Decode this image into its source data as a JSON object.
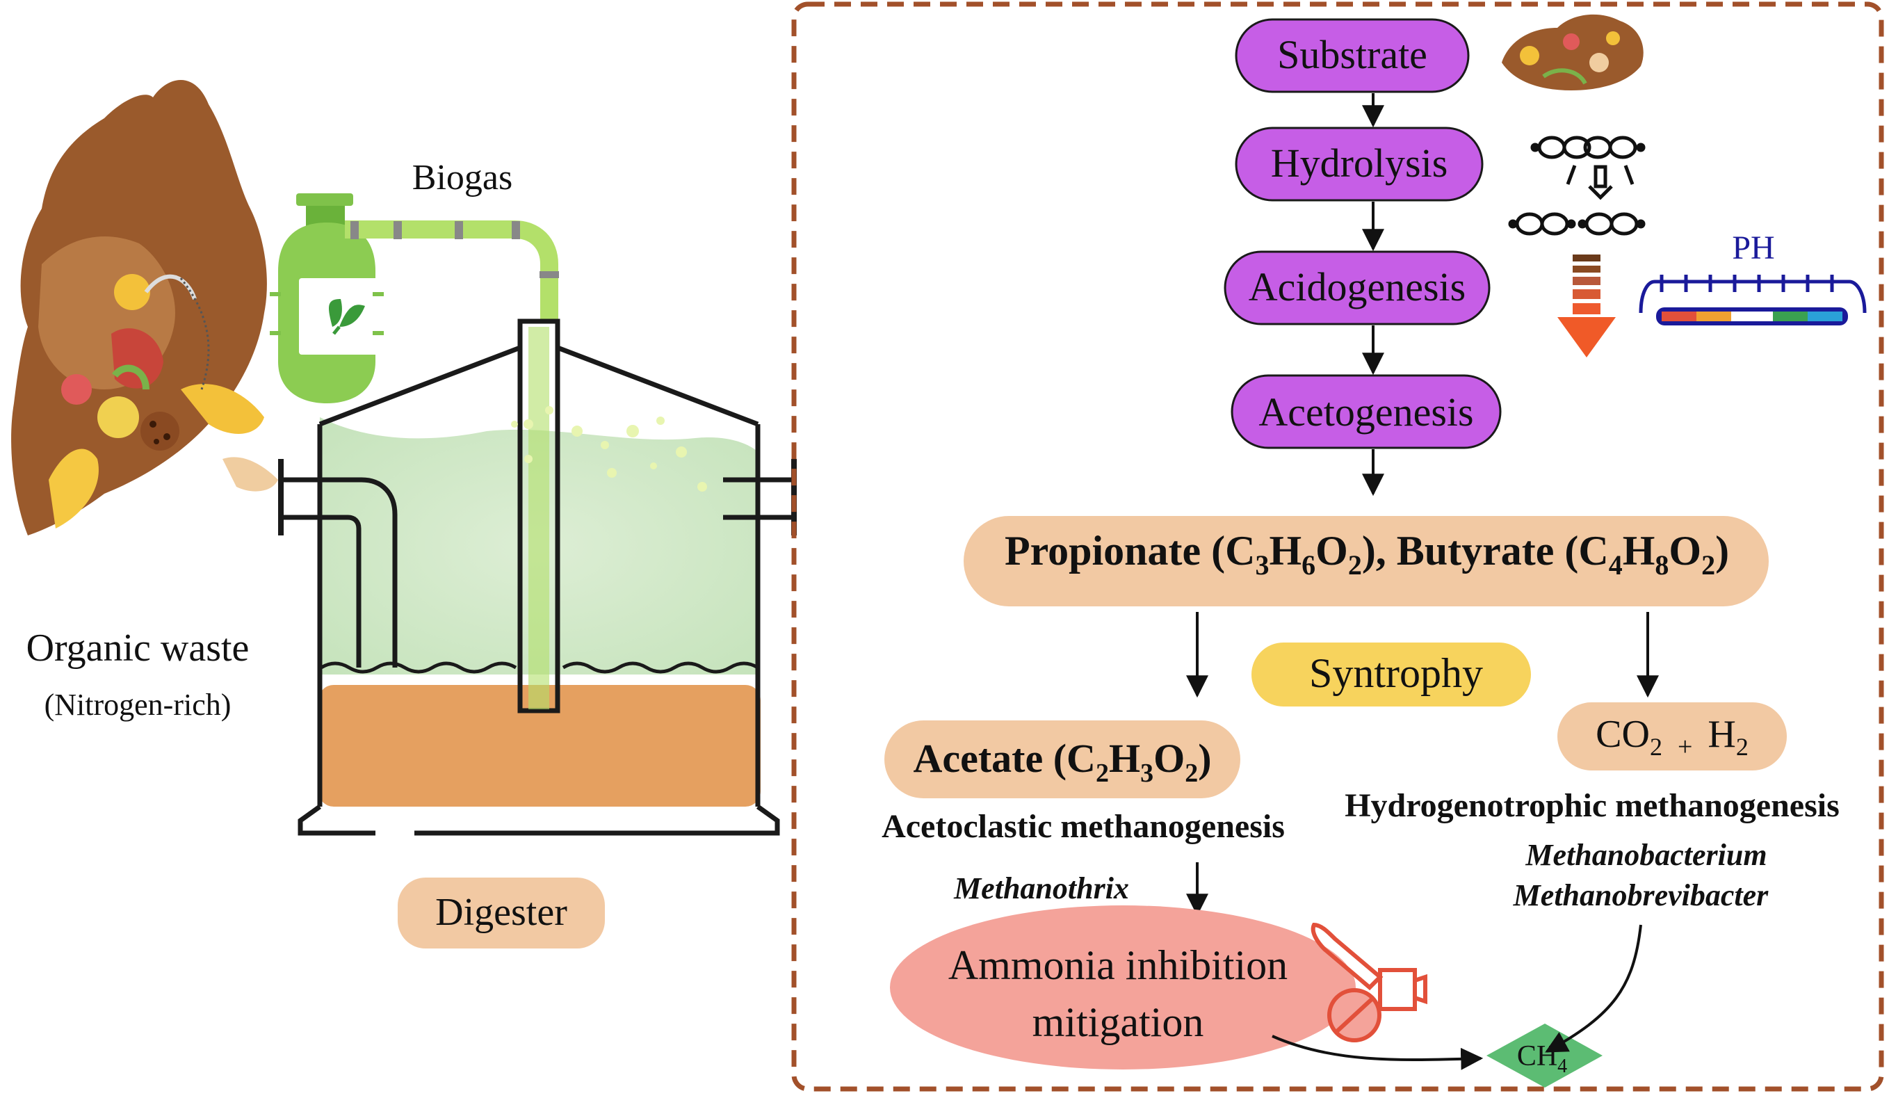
{
  "left": {
    "biogas_label": "Biogas",
    "organic_waste_label": "Organic waste",
    "organic_waste_sub": "(Nitrogen-rich)",
    "digester_label": "Digester"
  },
  "pathway": {
    "substrate": "Substrate",
    "hydrolysis": "Hydrolysis",
    "acidogenesis": "Acidogenesis",
    "acetogenesis": "Acetogenesis",
    "vfa": {
      "propionate": "Propionate (C",
      "propionate_s1": "3",
      "propionate_m1": "H",
      "propionate_s2": "6",
      "propionate_m2": "O",
      "propionate_s3": "2",
      "propionate_end": "), Butyrate (C",
      "butyrate_s1": "4",
      "butyrate_m1": "H",
      "butyrate_s2": "8",
      "butyrate_m2": "O",
      "butyrate_s3": "2",
      "butyrate_end": ")"
    },
    "syntrophy": "Syntrophy",
    "acetate": {
      "pre": "Acetate (C",
      "s1": "2",
      "m1": "H",
      "s2": "3",
      "m2": "O",
      "s3": "2",
      "end": ")"
    },
    "co2h2": {
      "co": "CO",
      "co_sub": "2",
      "plus": "+",
      "h": "H",
      "h_sub": "2"
    },
    "acetoclastic": "Acetoclastic methanogenesis",
    "methanothrix": "Methanothrix",
    "hydrogenotrophic": "Hydrogenotrophic methanogenesis",
    "methanobacterium": "Methanobacterium",
    "methanobrevibacter": "Methanobrevibacter",
    "ammonia_line1": "Ammonia inhibition",
    "ammonia_line2": "mitigation",
    "ch4": "CH",
    "ch4_sub": "4",
    "ph_label": "PH"
  },
  "colors": {
    "purple": "#c65ee6",
    "tan": "#f2c9a3",
    "yellow": "#f7d35d",
    "salmon": "#f4a39a",
    "green_diamond": "#5cbc73",
    "dashed_border": "#a2502a",
    "sludge": "#e5a060",
    "gas_green": "#cfe7c4",
    "tank_green": "#7fc24a"
  },
  "icons": {
    "food_waste": "food-waste-icon",
    "biogas_tank": "biogas-tank-icon",
    "molecule": "molecule-split-icon",
    "down_arrow": "down-arrow-icon",
    "ph_scale": "ph-scale-icon",
    "no_ammonia": "no-ammonia-icon"
  }
}
